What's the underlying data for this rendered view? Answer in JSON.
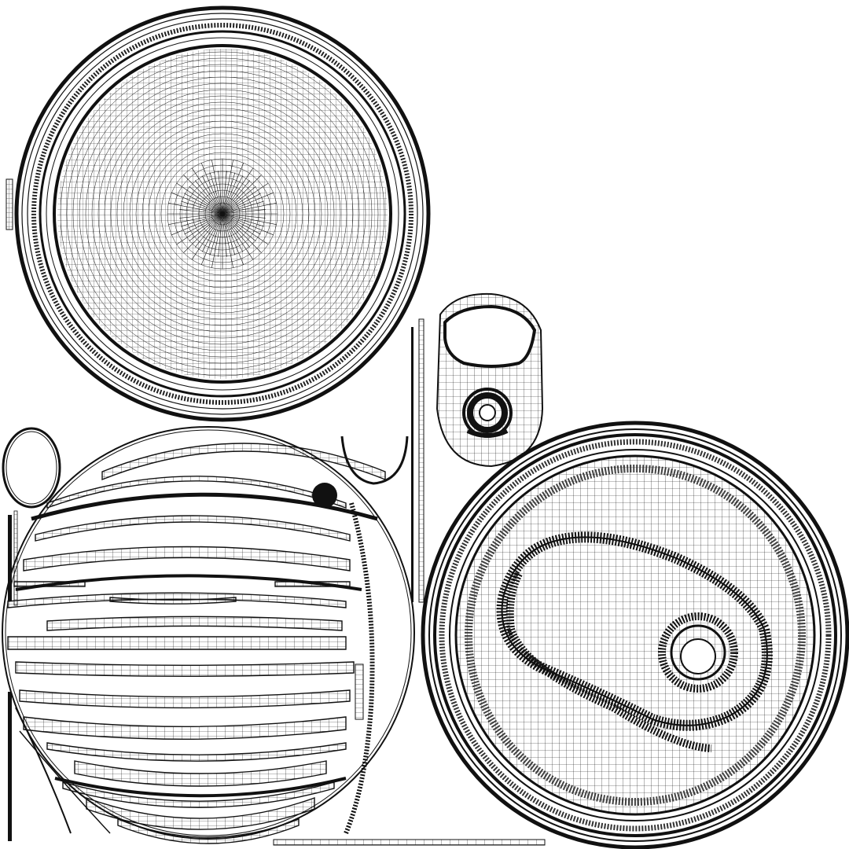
{
  "sheet": {
    "background": "#ffffff",
    "line_color": "#111111",
    "islands": [
      {
        "name": "can-bottom-island",
        "shape": "radial-mesh"
      },
      {
        "name": "pull-tab-island",
        "shape": "ring-tab"
      },
      {
        "name": "can-lid-island",
        "shape": "lid-mesh"
      },
      {
        "name": "can-body-strips-island",
        "shape": "curved-strips"
      },
      {
        "name": "wall-strip-island",
        "shape": "vertical-strip"
      }
    ]
  }
}
